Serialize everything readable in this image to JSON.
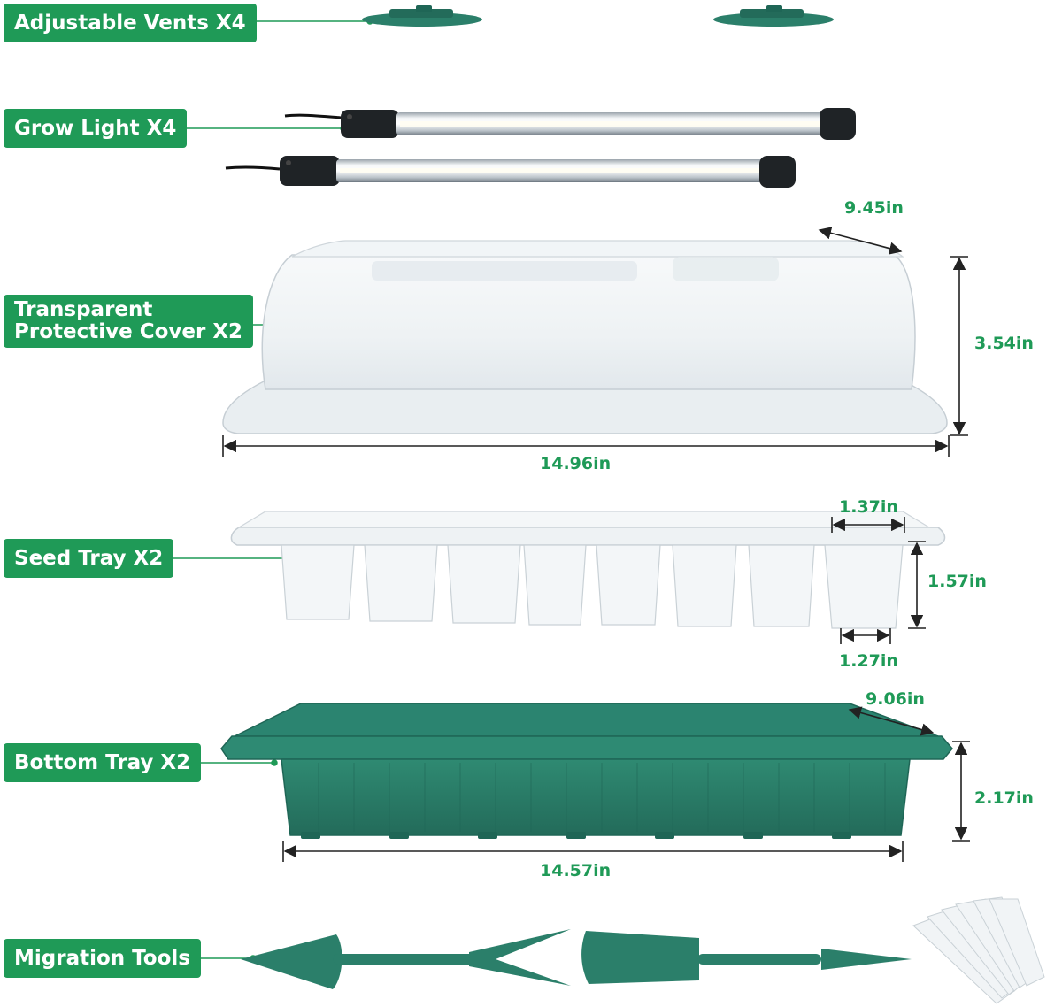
{
  "labels": {
    "vents": "Adjustable Vents X4",
    "grow_light": "Grow Light X4",
    "cover_line1": "Transparent",
    "cover_line2": "Protective Cover X2",
    "seed_tray": "Seed Tray X2",
    "bottom_tray": "Bottom Tray X2",
    "tools": "Migration Tools"
  },
  "dimensions": {
    "cover_depth": "9.45in",
    "cover_height": "3.54in",
    "cover_length": "14.96in",
    "cell_top": "1.37in",
    "seed_height": "1.57in",
    "cell_bottom": "1.27in",
    "tray_depth": "9.06in",
    "tray_height": "2.17in",
    "tray_length": "14.57in"
  },
  "colors": {
    "label_bg": "#1f9a57",
    "dimension_text": "#1f9a57",
    "teal_plastic": "#2b7f6a",
    "teal_dark": "#1f6656",
    "clear_plastic": "#eef2f4"
  },
  "icons": [
    "vent-icon",
    "grow-light-icon",
    "cover-icon",
    "seed-tray-icon",
    "bottom-tray-icon",
    "dibber-icon",
    "shovel-icon",
    "plant-tags-icon"
  ]
}
